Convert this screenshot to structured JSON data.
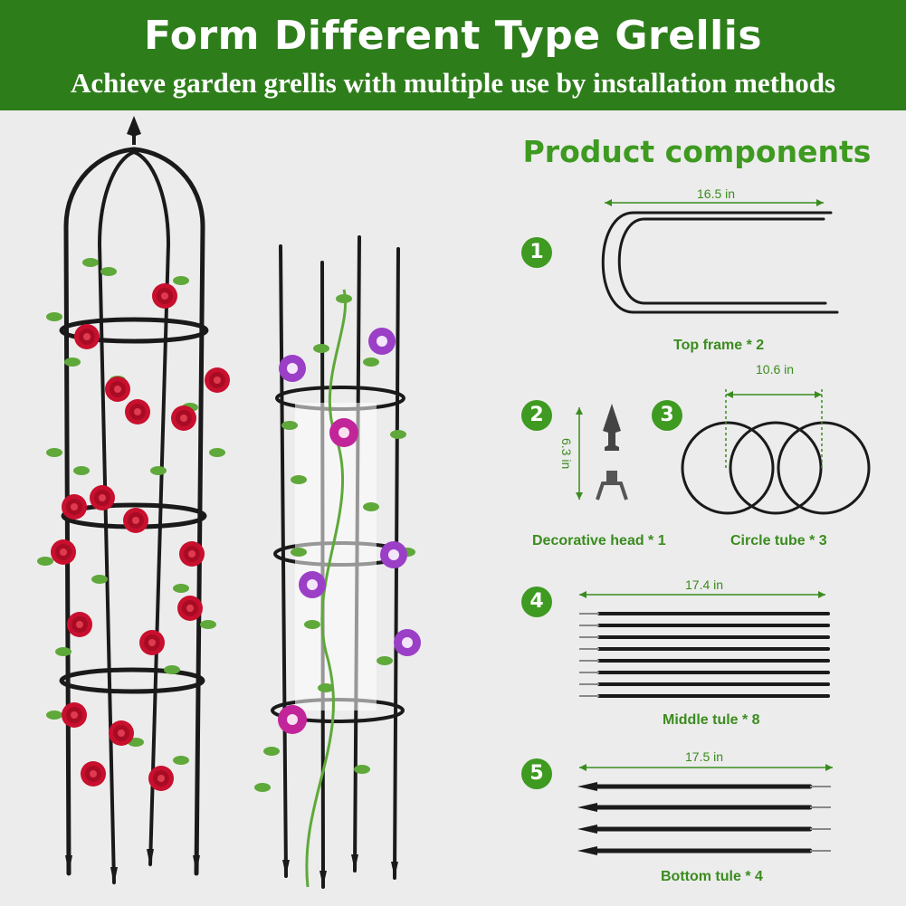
{
  "header": {
    "title": "Form Different Type Grellis",
    "subtitle": "Achieve garden grellis with multiple use by installation methods"
  },
  "components": {
    "title": "Product components",
    "items": [
      {
        "number": "1",
        "label": "Top frame * 2",
        "dimension": "16.5 in"
      },
      {
        "number": "2",
        "label": "Decorative head * 1",
        "dimension": "6.3 in"
      },
      {
        "number": "3",
        "label": "Circle tube * 3",
        "dimension": "10.6 in"
      },
      {
        "number": "4",
        "label": "Middle tule * 8",
        "dimension": "17.4 in"
      },
      {
        "number": "5",
        "label": "Bottom tule * 4",
        "dimension": "17.5 in"
      }
    ]
  },
  "colors": {
    "banner": "#2e7d1b",
    "accent": "#3e9a20",
    "background": "#ececec",
    "frame": "#1a1a1a",
    "rose": "#c8102e",
    "leaf": "#5fa83a",
    "flower": "#9b3fc7"
  }
}
